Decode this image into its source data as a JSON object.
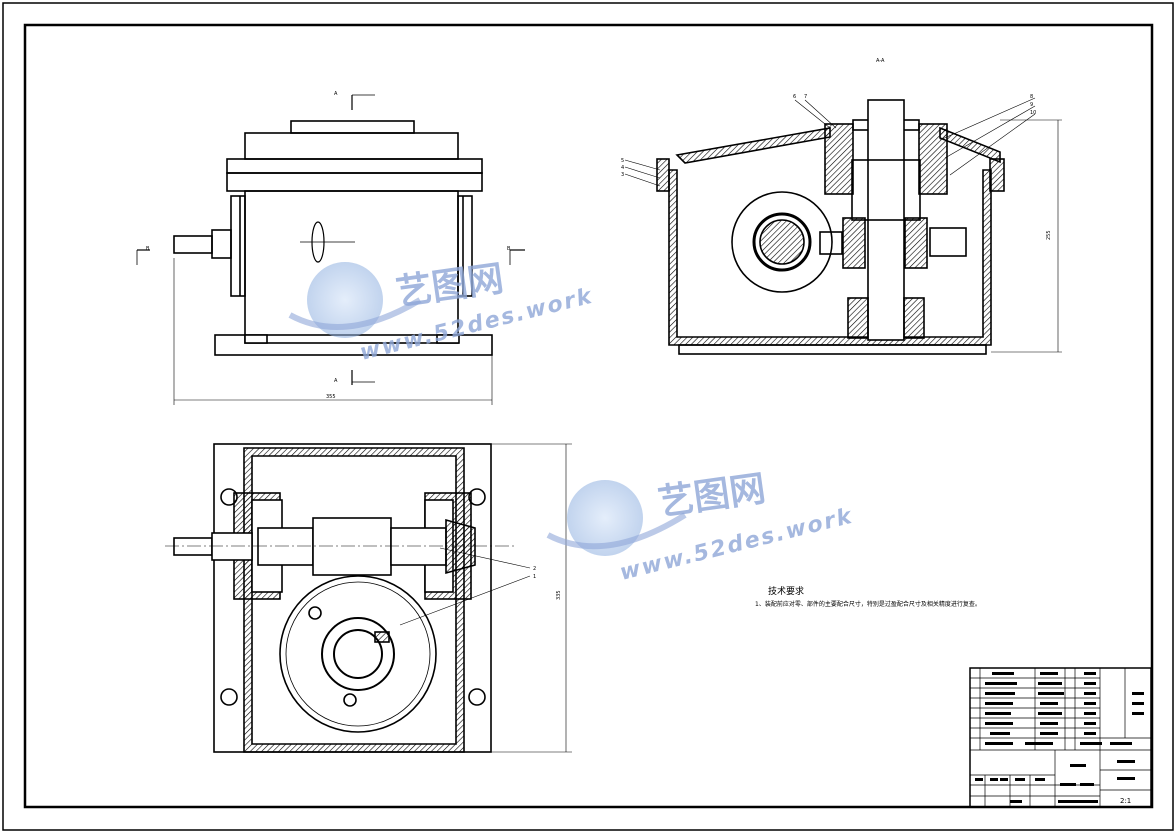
{
  "section_label": "A-A",
  "view_markers": {
    "a_top": "A",
    "a_bottom": "A",
    "b_left": "B",
    "b_right": "B"
  },
  "dimensions": {
    "front_width": "355",
    "section_height": "255",
    "top_height": "335"
  },
  "part_numbers_top_left": [
    "6",
    "7"
  ],
  "part_numbers_left": [
    "5",
    "4",
    "3"
  ],
  "part_numbers_right": [
    "8",
    "9",
    "10"
  ],
  "part_numbers_plan": [
    "2",
    "1"
  ],
  "technical_requirements": {
    "title": "技术要求",
    "items": [
      "1、装配前应对零、部件的主要配合尺寸，特别是过盈配合尺寸及相关精度进行复查。"
    ]
  },
  "title_block": {
    "scale_mark": "2:1"
  },
  "watermark": {
    "brand": "艺图网",
    "url": "www.52des.work"
  },
  "colors": {
    "line": "#000000",
    "watermark": "#8fa7d8"
  }
}
